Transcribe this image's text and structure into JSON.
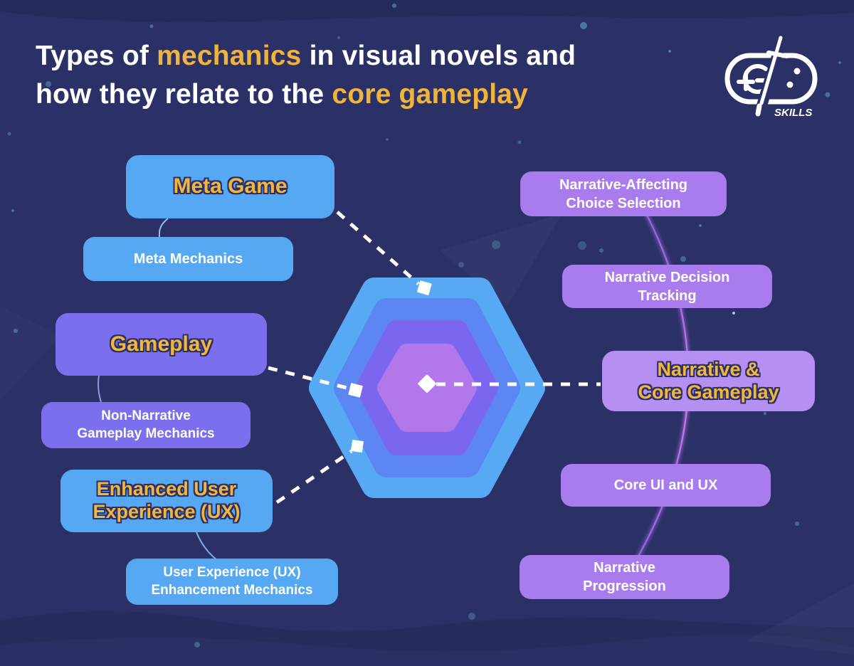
{
  "title": {
    "t1": "Types of ",
    "a1": "mechanics",
    "t2": " in visual novels and",
    "t3": "how they relate to the ",
    "a2": "core gameplay"
  },
  "logo": {
    "text": "SKILLS"
  },
  "boxes": {
    "meta_game": {
      "l1": "Meta Game"
    },
    "meta_mechanics": {
      "l1": "Meta Mechanics"
    },
    "gameplay": {
      "l1": "Gameplay"
    },
    "non_narrative": {
      "l1": "Non-Narrative",
      "l2": "Gameplay Mechanics"
    },
    "enhanced_ux": {
      "l1": "Enhanced User",
      "l2": "Experience (UX)"
    },
    "ux_enhancement": {
      "l1": "User Experience (UX)",
      "l2": "Enhancement Mechanics"
    },
    "narrative_affecting": {
      "l1": "Narrative-Affecting",
      "l2": "Choice Selection"
    },
    "narrative_decision": {
      "l1": "Narrative Decision",
      "l2": "Tracking"
    },
    "narrative_core": {
      "l1": "Narrative &",
      "l2": "Core Gameplay"
    },
    "core_ui": {
      "l1": "Core UI and UX"
    },
    "narrative_progression": {
      "l1": "Narrative",
      "l2": "Progression"
    }
  },
  "palette": {
    "background": "#2b3167",
    "title_text": "#ffffff",
    "title_accent": "#f0b43c",
    "category_text": "#f2b63e",
    "category_text_outline": "#2b3166",
    "blue_box": "#57a8f3",
    "purple_box": "#7c6fee",
    "lilac_box": "#a87ced",
    "light_lilac_box": "#b58ff2",
    "hex_outer": "#57a9f4",
    "hex_ring2": "#5c87f2",
    "hex_ring3": "#7b67ef",
    "hex_center": "#b377ec",
    "connector_dash": "#ffffff",
    "right_arc": "#b46ff0"
  }
}
